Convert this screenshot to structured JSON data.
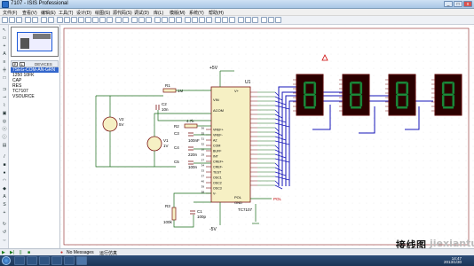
{
  "window": {
    "title": "7107 - ISIS Professional",
    "min": "_",
    "max": "□",
    "close": "x"
  },
  "menu": [
    "文件(F)",
    "查看(V)",
    "编辑(E)",
    "工具(T)",
    "设计(D)",
    "绘图(G)",
    "源代码(S)",
    "调试(D)",
    "库(L)",
    "模版(M)",
    "系统(Y)",
    "帮助(H)"
  ],
  "sidepanel": {
    "pick_label": "P",
    "lib_label": "L",
    "devices_header": "DEVICES",
    "devices": [
      "7SEG-COM-AN-GRN",
      "1250 10FK",
      "CAP",
      "RES",
      "TC7107",
      "VSOURCE"
    ],
    "selected_index": 0
  },
  "schematic": {
    "chip": {
      "ref": "U1",
      "part": "TC7107",
      "left_pins": [
        {
          "num": "36",
          "name": "VREF+"
        },
        {
          "num": "35",
          "name": "VREF-"
        },
        {
          "num": "31",
          "name": "AZ"
        },
        {
          "num": "32",
          "name": "COM"
        },
        {
          "num": "28",
          "name": "BUFF"
        },
        {
          "num": "29",
          "name": "INT"
        },
        {
          "num": "27",
          "name": "CREF+"
        },
        {
          "num": "34",
          "name": "CREF-"
        },
        {
          "num": "33",
          "name": "TEST"
        },
        {
          "num": "37",
          "name": "OSC1"
        },
        {
          "num": "40",
          "name": "OSC2"
        },
        {
          "num": "39",
          "name": "OSC3"
        },
        {
          "num": "38",
          "name": "V-"
        }
      ],
      "top_labels": [
        "V+",
        "VIN",
        "ACOM"
      ],
      "bottom_labels": [
        "POL",
        "GND"
      ]
    },
    "components": {
      "r1": {
        "ref": "R1",
        "value": "1M"
      },
      "c2": {
        "ref": "C2",
        "value": "10n"
      },
      "v2": {
        "ref": "V2",
        "value": "5V"
      },
      "v1": {
        "ref": "V1",
        "value": "1V"
      },
      "r2": {
        "ref": "R2",
        "value": "4.7k"
      },
      "c3": {
        "ref": "C3",
        "value": "100nF"
      },
      "c4": {
        "ref": "C4",
        "value": "220n"
      },
      "c5": {
        "ref": "C5",
        "value": "100n"
      },
      "r3": {
        "ref": "R3",
        "value": "100k"
      },
      "c1": {
        "ref": "C1",
        "value": "100p"
      }
    },
    "power": {
      "top": "+5V",
      "bottom": "-5V"
    },
    "pol_label": "POL",
    "seg_digits": 4
  },
  "status": {
    "messages": "No Messages",
    "state": "运行仿真"
  },
  "watermark": {
    "main": "接线图",
    "faded": "jiexiantu"
  },
  "clock": {
    "time": "14:47",
    "date": "2013/1/30"
  }
}
